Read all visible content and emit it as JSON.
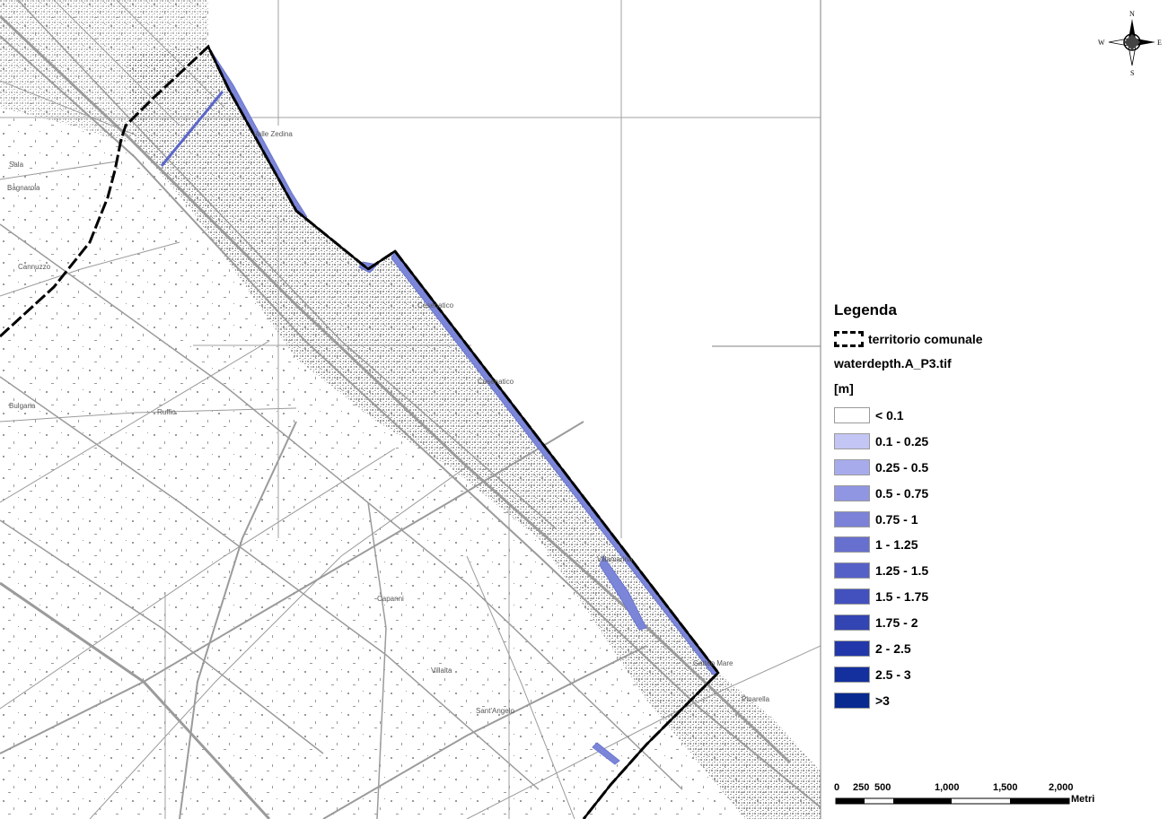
{
  "map": {
    "place_labels": [
      "Valle Zedina",
      "Cesenatico",
      "Cesenatico",
      "Villamarina",
      "Gatteo Mare",
      "Pinarella",
      "Sala",
      "Bagnarola",
      "Cannuzzo",
      "Bulgaria",
      "Ruffio",
      "Capanni",
      "Sant'Angelo",
      "Villalta"
    ],
    "compass": {
      "n": "N",
      "s": "S",
      "e": "E",
      "w": "W"
    },
    "boundary_color": "#000000",
    "coast_water_color": "#7b86d9",
    "basemap_color": "#8a8a8a"
  },
  "legend": {
    "title": "Legenda",
    "boundary_label": "territorio comunale",
    "raster_name": "waterdepth.A_P3.tif",
    "unit": "[m]",
    "classes": [
      {
        "label": "< 0.1",
        "color": "#ffffff"
      },
      {
        "label": "0.1 - 0.25",
        "color": "#c3c6f4"
      },
      {
        "label": "0.25 - 0.5",
        "color": "#a8abeb"
      },
      {
        "label": "0.5 - 0.75",
        "color": "#9196e2"
      },
      {
        "label": "0.75 - 1",
        "color": "#7b82d8"
      },
      {
        "label": "1 - 1.25",
        "color": "#6770ce"
      },
      {
        "label": "1.25 - 1.5",
        "color": "#5661c8"
      },
      {
        "label": "1.5 - 1.75",
        "color": "#4351be"
      },
      {
        "label": "1.75 - 2",
        "color": "#3344b3"
      },
      {
        "label": "2 - 2.5",
        "color": "#2238aa"
      },
      {
        "label": "2.5 - 3",
        "color": "#14309e"
      },
      {
        "label": ">3",
        "color": "#082990"
      }
    ]
  },
  "scalebar": {
    "ticks": [
      "0",
      "250",
      "500",
      "1,000",
      "1,500",
      "2,000"
    ],
    "unit": "Metri"
  }
}
